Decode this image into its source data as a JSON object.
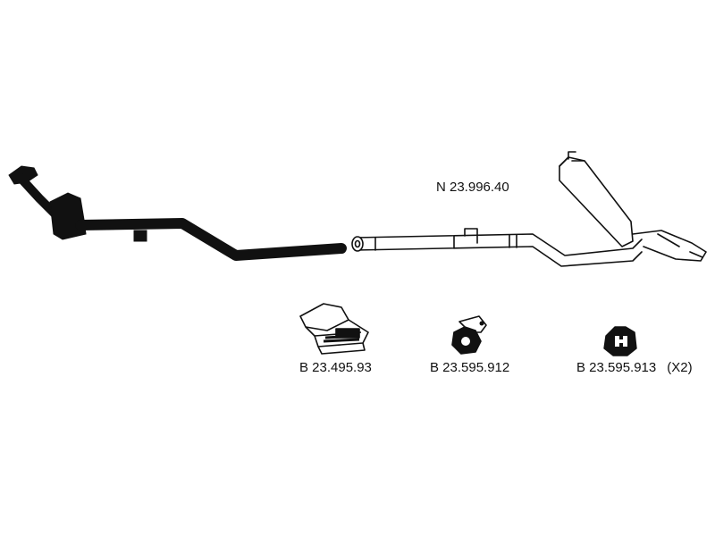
{
  "labels": {
    "rear_section": "N 23.996.40",
    "part_a": "B 23.495.93",
    "part_b": "B 23.595.912",
    "part_c": "B 23.595.913",
    "part_c_qty": "(X2)"
  },
  "icons": {
    "front_pipe": "front-exhaust-pipe-with-catalyst",
    "rear_section": "rear-pipe-with-silencer",
    "part_a": "rubber-mount-block",
    "part_b": "hanger-bracket",
    "part_c": "rubber-hanger"
  },
  "colors": {
    "ink": "#111111",
    "background": "#ffffff"
  }
}
